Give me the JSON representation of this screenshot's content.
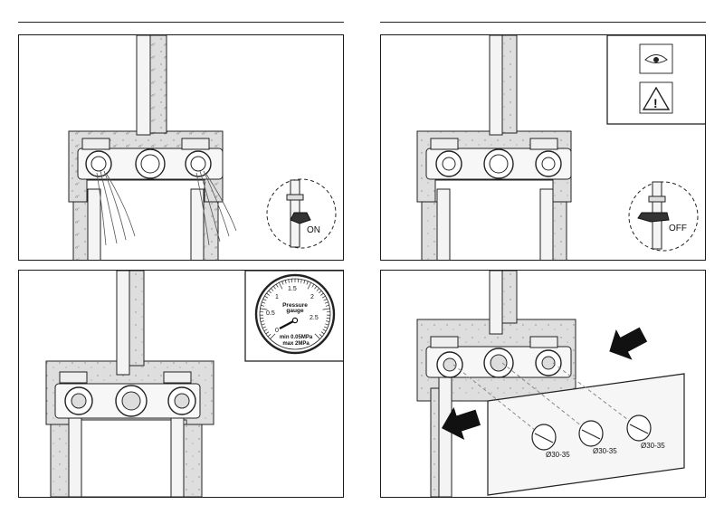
{
  "step1": {
    "valve_state": "ON"
  },
  "step2": {
    "valve_state": "OFF",
    "icons": [
      "inspect-eye-icon",
      "warning-triangle-icon"
    ],
    "warning_mark": "!"
  },
  "step3": {
    "gauge_title_line1": "Pressure",
    "gauge_title_line2": "gauge",
    "scale_labels": [
      "0",
      "0.5",
      "1",
      "1.5",
      "2",
      "2.5"
    ],
    "min_label": "min 0.05MPa",
    "max_label": "max 2MPa"
  },
  "step4": {
    "hole_labels": [
      "Ø30-35",
      "Ø30-35",
      "Ø30-35"
    ]
  },
  "colors": {
    "line": "#1a1a1a",
    "concrete": "#dcdcdc",
    "pipe": "#f2f2f2"
  }
}
